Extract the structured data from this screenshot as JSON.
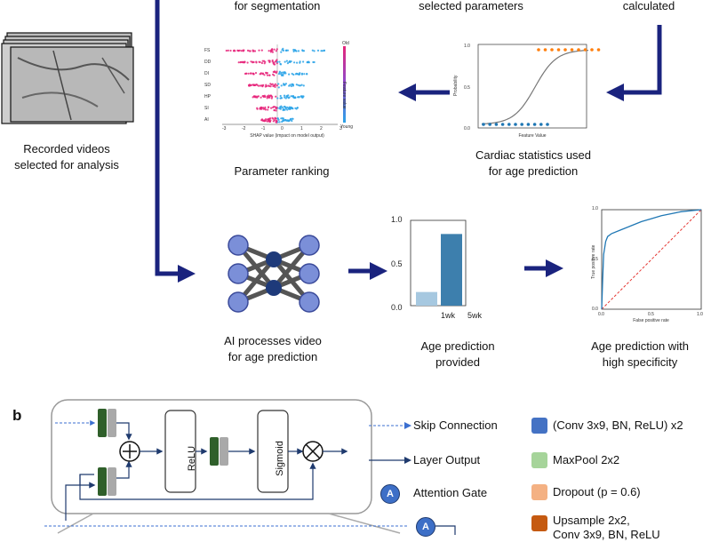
{
  "top_texts": {
    "segmentation_caption": "for segmentation",
    "selected_params_caption": "selected parameters",
    "calculated_caption": "calculated"
  },
  "recorded_videos": {
    "label_line1": "Recorded videos",
    "label_line2": "selected for analysis"
  },
  "parameter_ranking": {
    "label": "Parameter ranking",
    "features": [
      "FS",
      "DD",
      "DI",
      "SD",
      "HP",
      "SI",
      "AI"
    ],
    "xlabel": "SHAP value (impact on model output)",
    "x_ticks": [
      "-3",
      "-2",
      "-1",
      "0",
      "1",
      "2",
      "3"
    ],
    "colorbar_label": "Feature value",
    "colorbar_top": "Old",
    "colorbar_bottom": "Young",
    "color_high": "#e6257a",
    "color_low": "#2aa3e8"
  },
  "cardiac_stats": {
    "label_line1": "Cardiac statistics used",
    "label_line2": "for age prediction",
    "ylabel": "Probability",
    "xlabel": "Feature Value",
    "y_ticks": [
      "1.0",
      "0.5",
      "0.0"
    ],
    "top_points_color": "#ff7f0e",
    "bottom_points_color": "#1f77b4"
  },
  "ai_processing": {
    "label_line1": "AI processes video",
    "label_line2": "for age prediction",
    "node_color": "#7b8fd8",
    "hidden_color": "#1e3a7a"
  },
  "age_prediction": {
    "label_line1": "Age prediction",
    "label_line2": "provided",
    "chart_data": {
      "type": "bar",
      "categories": [
        "1wk",
        "5wk"
      ],
      "values": [
        0.16,
        0.84
      ],
      "ylim": [
        0,
        1.0
      ],
      "y_ticks": [
        "1.0",
        "0.5",
        "0.0"
      ],
      "colors": [
        "#a6c8e0",
        "#3d7fad"
      ]
    }
  },
  "roc": {
    "label_line1": "Age prediction with",
    "label_line2": "high specificity",
    "xlabel": "False positive rate",
    "ylabel": "True positive rate",
    "ticks": [
      "0.0",
      "0.5",
      "1.0"
    ]
  },
  "panel_b": {
    "panel_label": "b",
    "relu_label": "ReLU",
    "sigmoid_label": "Sigmoid",
    "attention_letter": "A"
  },
  "legend": {
    "skip_connection": "Skip Connection",
    "layer_output": "Layer Output",
    "attention_gate": "Attention Gate",
    "conv": "(Conv 3x9, BN, ReLU) x2",
    "maxpool": "MaxPool 2x2",
    "dropout": "Dropout (p = 0.6)",
    "upsample": "Upsample 2x2,",
    "upsample_line2": "Conv 3x9, BN, ReLU",
    "conv_color": "#4472c4",
    "maxpool_color": "#a6d49a",
    "dropout_color": "#f4b183",
    "upsample_color": "#c55a11"
  },
  "arrow_color": "#1a237e"
}
